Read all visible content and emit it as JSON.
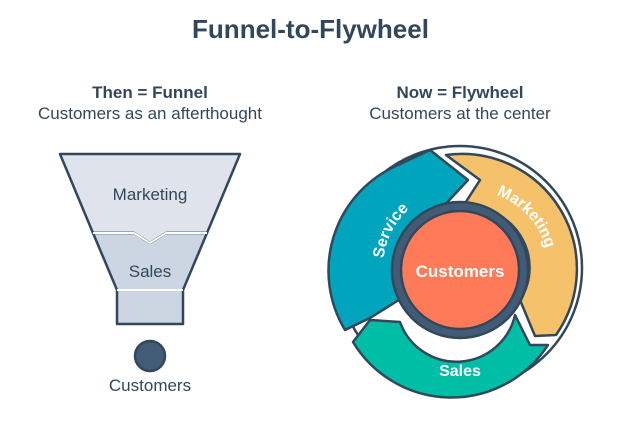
{
  "title": "Funnel-to-Flywheel",
  "left": {
    "heading": "Then = Funnel",
    "subheading": "Customers as an afterthought",
    "stages": [
      "Marketing",
      "Sales"
    ],
    "output": "Customers"
  },
  "right": {
    "heading": "Now = Flywheel",
    "subheading": "Customers at the center",
    "center": "Customers",
    "segments": [
      "Service",
      "Marketing",
      "Sales"
    ]
  },
  "colors": {
    "text": "#33475b",
    "funnel_fill": "#dfe3eb",
    "funnel_stroke": "#33475b",
    "service": "#00a4bd",
    "marketing": "#f5c26b",
    "sales": "#00bda5",
    "ring": "#425b76",
    "center": "#ff7a59",
    "outline": "#33475b"
  }
}
